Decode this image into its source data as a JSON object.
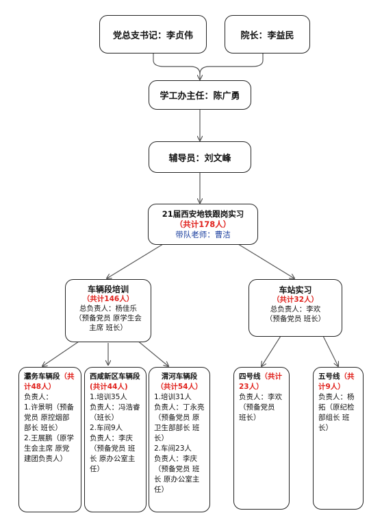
{
  "secretary": "党总支书记：李贞伟",
  "dean": "院长：李益民",
  "director": "学工办主任：陈广勇",
  "counselor": "辅导员：刘文峰",
  "main": {
    "title": "21届西安地铁跟岗实习",
    "total": "（共计178人）",
    "teacher": "带队老师：曹洁"
  },
  "vehicle": {
    "title": "车辆段培训",
    "total": "（共计146人）",
    "lead": "总负责人：杨佳乐",
    "note": "（预备党员 原学生会主席 班长）"
  },
  "station": {
    "title": "车站实习",
    "total": "（共计32人）",
    "lead": "总负责人：李欢",
    "note": "（预备党员 班长）"
  },
  "bawu": {
    "title": "灞务车辆段",
    "total": "（共计48人）",
    "l1": "负责人：",
    "l2": "1.许景明（预备党员 原控烟部部长 班长）",
    "l3": "2.王展鹏（原学生会主席 原党建团负责人）"
  },
  "xixian": {
    "title": "西咸新区车辆段",
    "total": "(共计44人)",
    "l1": "1.培训35人",
    "l2": "负责人：冯浩睿（班长）",
    "l3": "2.车间9人",
    "l4": "负责人：李庆（预备党员 班长 原办公室主任）"
  },
  "weihe": {
    "title": "渭河车辆段",
    "total": "（共计54人）",
    "l1": "1.培训31人",
    "l2": "负责人：丁永亮（预备党员 原卫生部部长 班长）",
    "l3": "2.车间23人",
    "l4": "负责人：李庆（预备党员 班长 原办公室主任）"
  },
  "line4": {
    "title": "四号线",
    "total": "（共计23人）",
    "l1": "负责人：李欢（预备党员 班长）"
  },
  "line5": {
    "title": "五号线",
    "total": "（共计9人）",
    "l1": "负责人：杨拓（原纪检部组长 班长）"
  }
}
